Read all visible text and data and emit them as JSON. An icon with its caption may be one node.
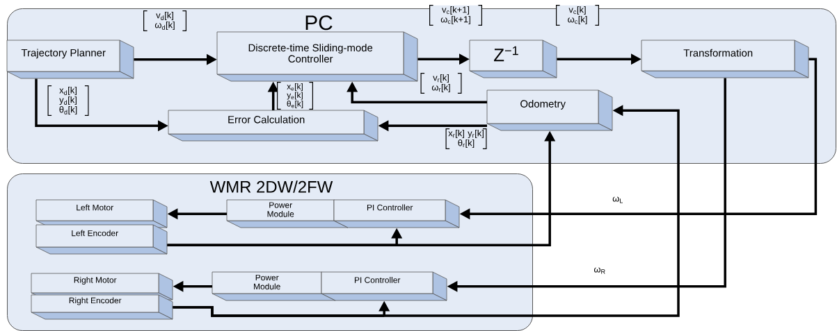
{
  "diagram": {
    "nodes": [
      {
        "text": [
          "PC"
        ]
      },
      {
        "text": [
          "Trajectory Planner"
        ],
        "in": 0
      },
      {
        "text": [
          "Discrete-time Sliding-mode Controller"
        ],
        "in": 0
      },
      {
        "text": [
          "Z$^{−1}$"
        ],
        "in": 0
      },
      {
        "text": [
          "Transformation"
        ],
        "in": 0
      },
      {
        "text": [
          "Odometry"
        ],
        "in": 0
      },
      {
        "text": [
          "Error Calculation"
        ],
        "in": 0
      },
      {
        "text": [
          "WMR 2DW/2FW"
        ]
      },
      {
        "text": [
          "Left Motor"
        ],
        "in": 7
      },
      {
        "text": [
          "Left Encoder"
        ],
        "in": 7
      },
      {
        "text": [
          "Power Module"
        ],
        "in": 7
      },
      {
        "text": [
          "PI Controller"
        ],
        "in": 7
      },
      {
        "text": [
          "Right Motor"
        ],
        "in": 7
      },
      {
        "text": [
          "Right Encoder"
        ],
        "in": 7
      },
      {
        "text": [
          "Power Module"
        ],
        "in": 7
      },
      {
        "text": [
          "PI Controller"
        ],
        "in": 7
      }
    ],
    "edges": [
      {
        "from": 1,
        "to": 2,
        "arrow": "to",
        "label": "v$_{d}$[k] ω$_{d}$[k]"
      },
      {
        "from": 1,
        "to": 6,
        "arrow": "to",
        "label": "x$_{d}$[k] y$_{d}$[k] θ$_{d}$[k]"
      },
      {
        "from": 6,
        "to": 2,
        "arrow": "to",
        "label": "x$_{e}$[k] y$_{e}$[k] θ$_{e}$[k]"
      },
      {
        "from": 5,
        "to": 2,
        "arrow": "to",
        "label": "v$_{r}$[k] ω$_{r}$[k]"
      },
      {
        "from": 5,
        "to": 6,
        "arrow": "to",
        "label": "x$_{r}$[k] y$_{r}$[k] θ$_{r}$[k]"
      },
      {
        "from": 2,
        "to": 3,
        "arrow": "to",
        "label": "v$_{c}$[k+1] ω$_{c}$[k+1]"
      },
      {
        "from": 3,
        "to": 4,
        "arrow": "to",
        "label": "v$_{c}$[k] ω$_{c}$[k]"
      },
      {
        "from": 4,
        "to": 11,
        "arrow": "to",
        "label": "ω$_{L}$"
      },
      {
        "from": 4,
        "to": 15,
        "arrow": "to",
        "label": "ω$_{R}$"
      },
      {
        "from": 9,
        "to": 11,
        "arrow": "to"
      },
      {
        "from": 9,
        "to": 5,
        "arrow": "to"
      },
      {
        "from": 13,
        "to": 15,
        "arrow": "to"
      },
      {
        "from": 13,
        "to": 5,
        "arrow": "to"
      },
      {
        "from": 10,
        "to": 8,
        "arrow": "to"
      },
      {
        "from": 14,
        "to": 12,
        "arrow": "to"
      }
    ]
  }
}
